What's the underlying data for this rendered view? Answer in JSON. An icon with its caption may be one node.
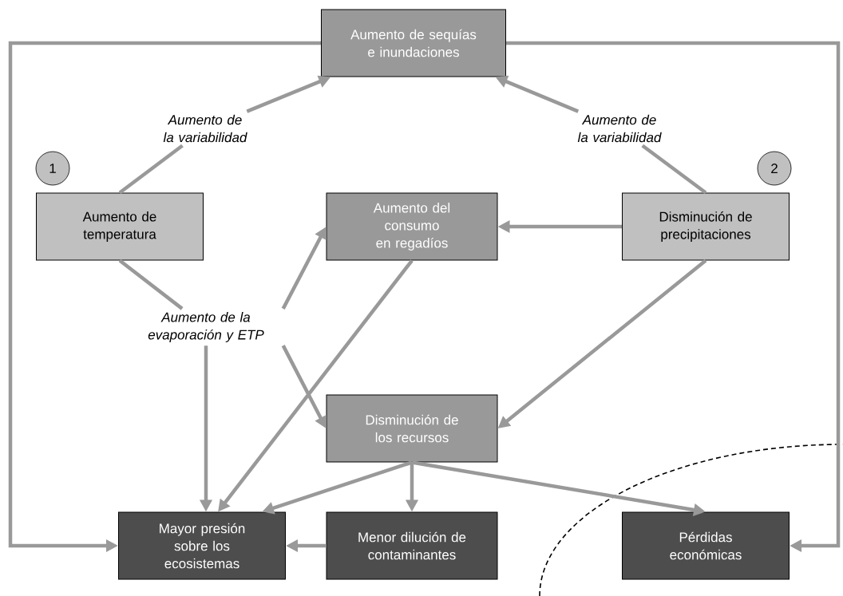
{
  "diagram": {
    "nodes": [
      {
        "text": [
          "Aumento de sequías e inundaciones"
        ]
      },
      {
        "text": [
          "1"
        ]
      },
      {
        "text": [
          "Aumento de temperatura"
        ]
      },
      {
        "text": [
          "Aumento del consumo en regadíos"
        ]
      },
      {
        "text": [
          "2"
        ]
      },
      {
        "text": [
          "Disminución de precipitaciones"
        ]
      },
      {
        "text": [
          "Aumento de la variabilidad"
        ]
      },
      {
        "text": [
          "Aumento de la variabilidad"
        ]
      },
      {
        "text": [
          "Aumento de la evaporación y ETP"
        ]
      },
      {
        "text": [
          "Disminución de los recursos"
        ]
      },
      {
        "text": [
          "Mayor presión sobre los ecosistemas"
        ]
      },
      {
        "text": [
          "Menor dilución de contaminantes"
        ]
      },
      {
        "text": [
          "Pérdidas económicas"
        ]
      }
    ],
    "edges": [
      {
        "from": 2,
        "to": 6,
        "arrow": "none"
      },
      {
        "from": 6,
        "to": 0,
        "arrow": "to"
      },
      {
        "from": 5,
        "to": 7,
        "arrow": "none"
      },
      {
        "from": 7,
        "to": 0,
        "arrow": "to"
      },
      {
        "from": 2,
        "to": 8,
        "arrow": "none"
      },
      {
        "from": 8,
        "to": 3,
        "arrow": "to"
      },
      {
        "from": 5,
        "to": 3,
        "arrow": "to"
      },
      {
        "from": 8,
        "to": 10,
        "arrow": "to"
      },
      {
        "from": 8,
        "to": 9,
        "arrow": "to"
      },
      {
        "from": 5,
        "to": 9,
        "arrow": "to"
      },
      {
        "from": 3,
        "to": 10,
        "arrow": "to"
      },
      {
        "from": 9,
        "to": 10,
        "arrow": "to"
      },
      {
        "from": 9,
        "to": 11,
        "arrow": "to"
      },
      {
        "from": 9,
        "to": 12,
        "arrow": "to"
      },
      {
        "from": 11,
        "to": 10,
        "arrow": "to"
      },
      {
        "from": 0,
        "to": 10,
        "arrow": "to"
      },
      {
        "from": 0,
        "to": 12,
        "arrow": "to"
      }
    ]
  }
}
